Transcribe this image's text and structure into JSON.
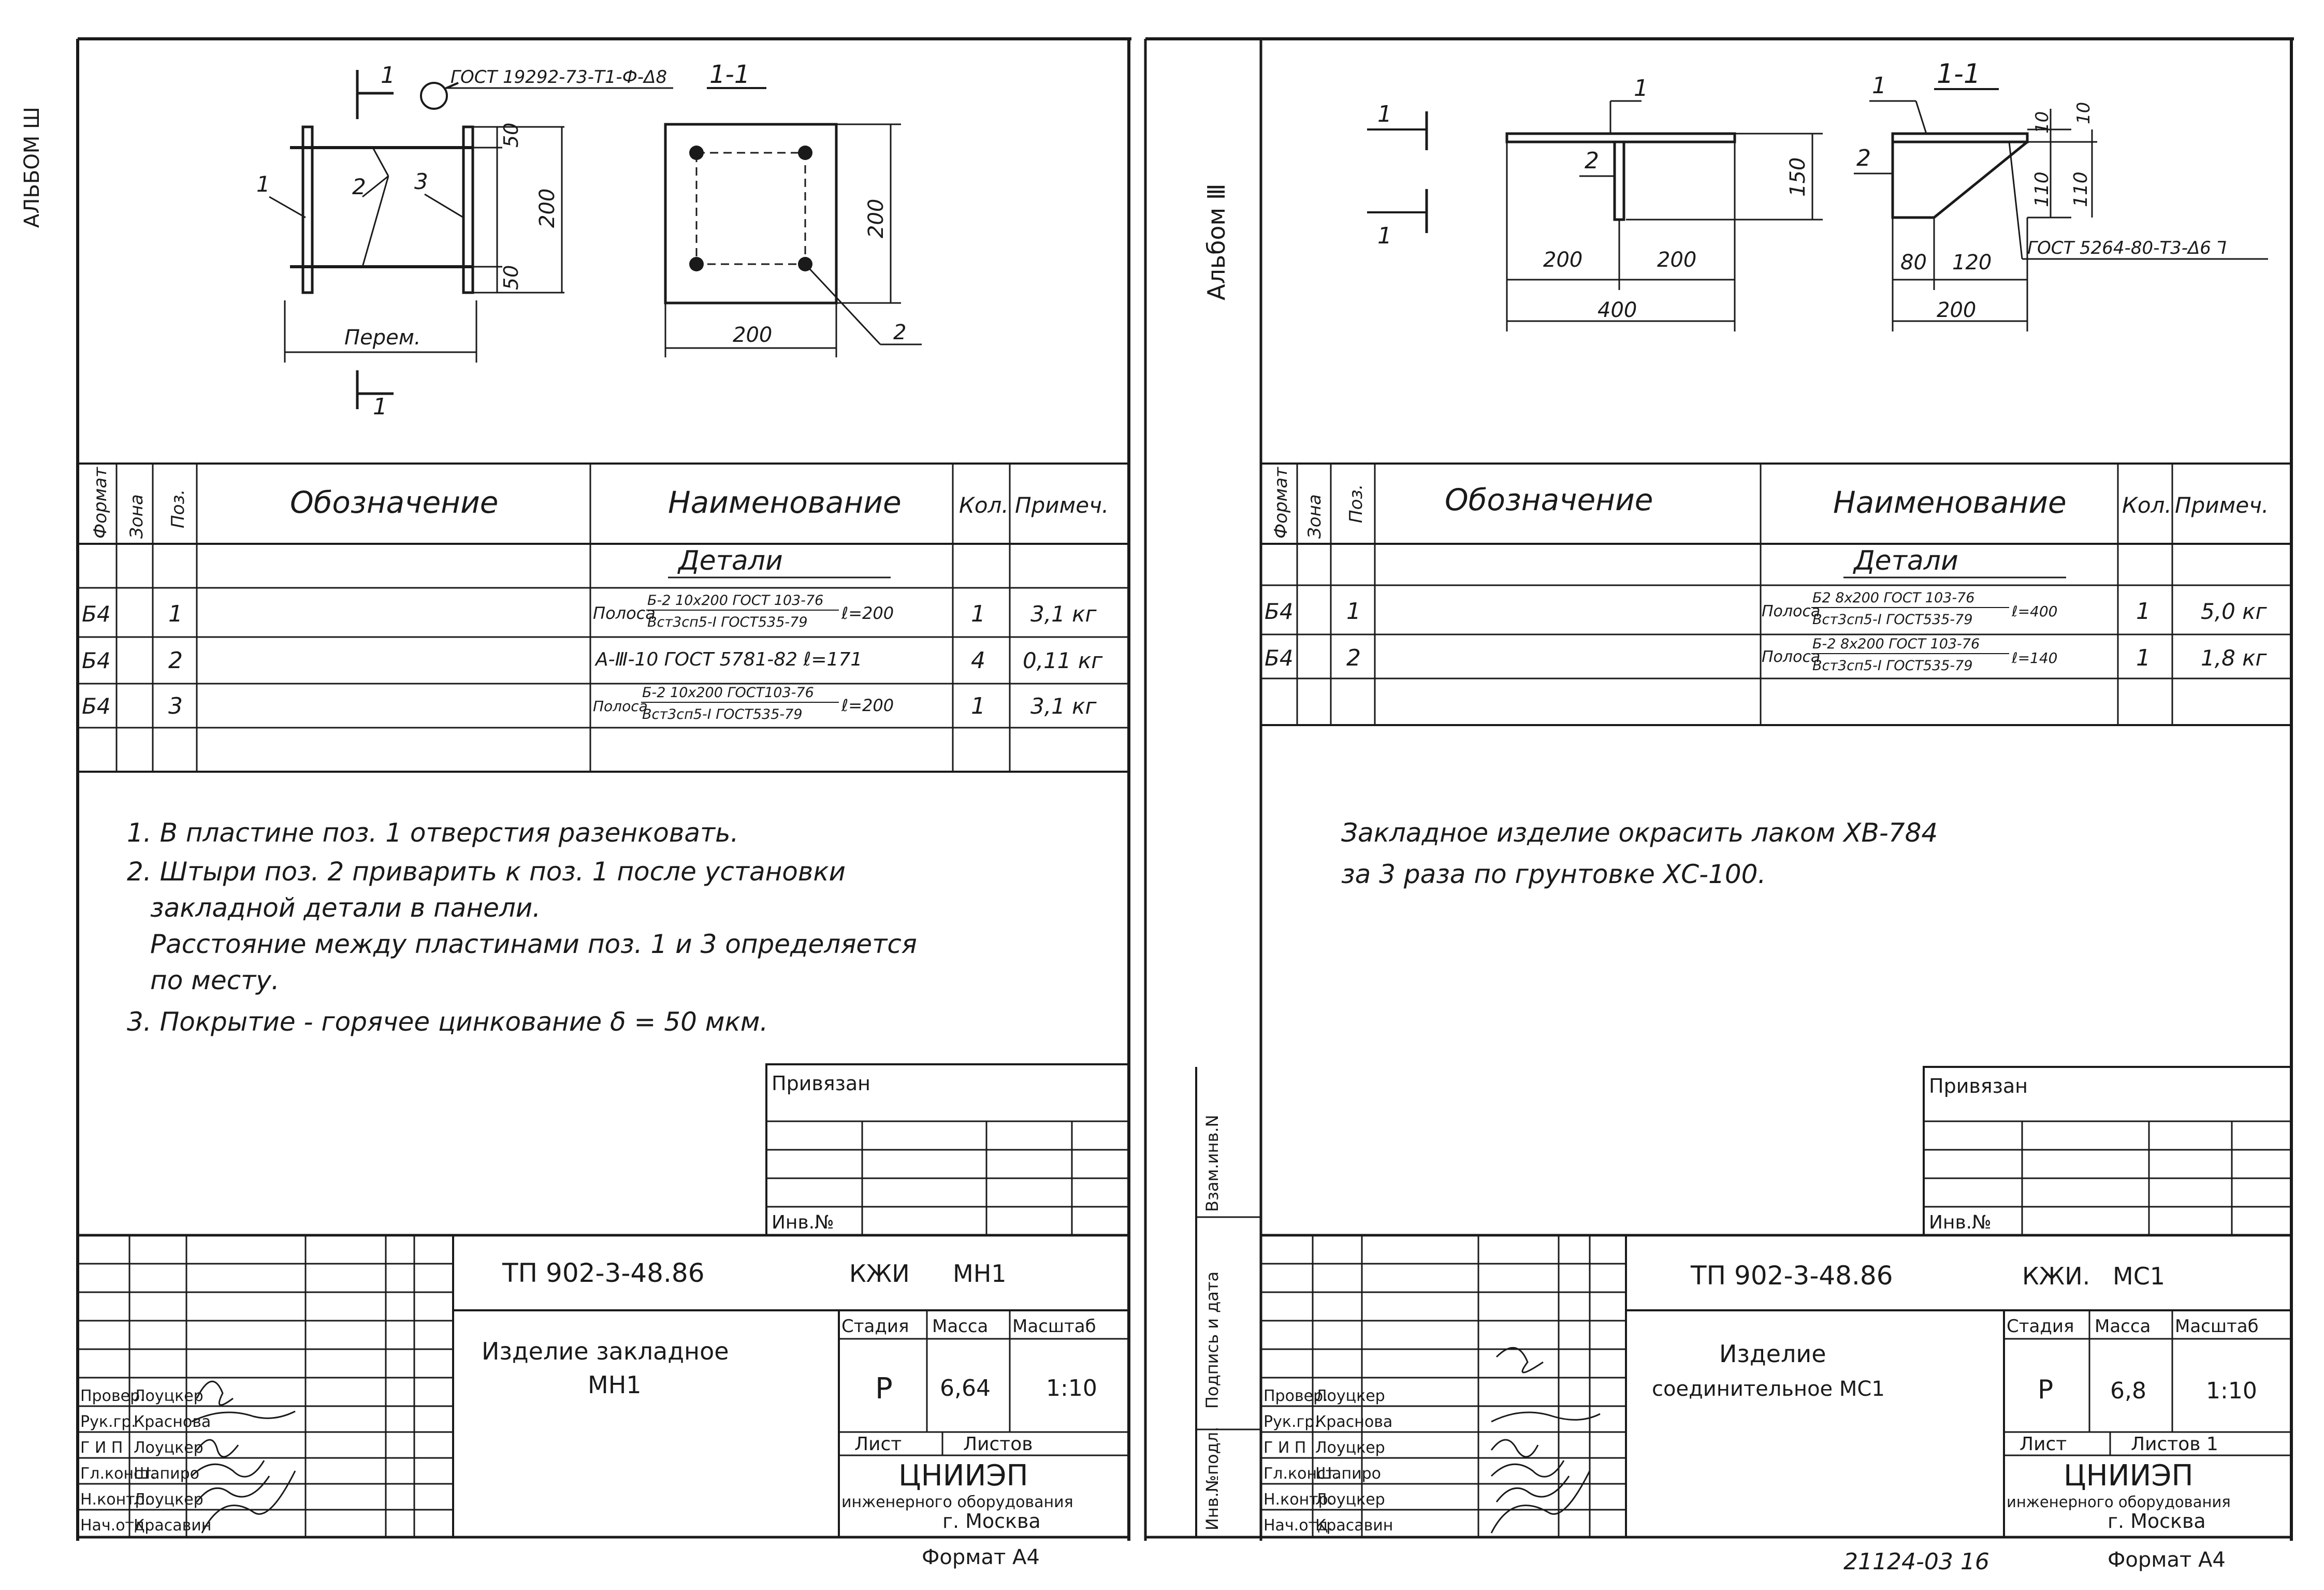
{
  "margin": {
    "album": "АЛЬБОМ Ш"
  },
  "sheet1": {
    "drawing": {
      "gost": "ГОСТ 19292-73-Т1-Ф-Δ8",
      "section": "1-1",
      "pos1": "1",
      "pos2": "2",
      "pos3": "3",
      "dim50a": "50",
      "dim200": "200",
      "dim50b": "50",
      "dim_var": "Перем.",
      "plate_dim_h": "200",
      "plate_dim_w": "200",
      "plate_pos": "2",
      "cut_mark": "1"
    },
    "spec": {
      "headers": {
        "format": "Формат",
        "zone": "Зона",
        "pos": "Поз.",
        "designation": "Обозначение",
        "name": "Наименование",
        "qty": "Кол.",
        "note": "Примеч."
      },
      "section_title": "Детали",
      "rows": [
        {
          "format": "Б4",
          "pos": "1",
          "name_prefix": "Полоса",
          "name_top": "Б-2 10х200 ГОСТ 103-76",
          "name_bottom": "Вст3сп5-I ГОСТ535-79",
          "name_suffix": "ℓ=200",
          "qty": "1",
          "note": "3,1 кг"
        },
        {
          "format": "Б4",
          "pos": "2",
          "name": "А-Ⅲ-10 ГОСТ 5781-82  ℓ=171",
          "qty": "4",
          "note": "0,11 кг"
        },
        {
          "format": "Б4",
          "pos": "3",
          "name_prefix": "Полоса",
          "name_top": "Б-2 10х200 ГОСТ103-76",
          "name_bottom": "Вст3сп5-I ГОСТ535-79",
          "name_suffix": "ℓ=200",
          "qty": "1",
          "note": "3,1 кг"
        }
      ]
    },
    "notes": [
      "1. В пластине поз. 1 отверстия разенковать.",
      "2. Штыри поз. 2 приварить к поз. 1 после установки",
      "закладной детали в панели.",
      "Расстояние между пластинами поз. 1 и 3 определяется",
      "по месту.",
      "3. Покрытие - горячее цинкование δ = 50 мкм."
    ],
    "stamp": {
      "privyazan": "Привязан",
      "inv_no": "Инв.№",
      "code": "ТП 902-3-48.86",
      "doc": "КЖИ",
      "mark": "МН1",
      "title1": "Изделие закладное",
      "title2": "МН1",
      "stage_h": "Стадия",
      "mass_h": "Масса",
      "scale_h": "Масштаб",
      "stage": "Р",
      "mass": "6,64",
      "scale": "1:10",
      "sheet_h": "Лист",
      "sheets_h": "Листов",
      "org1": "ЦНИИЭП",
      "org2": "инженерного оборудования",
      "org3": "г. Москва",
      "roles": [
        "Провер.",
        "Рук.гр.",
        "Г И П",
        "Гл.конст.",
        "Н.контр.",
        "Нач.отд."
      ],
      "names": [
        "Лоуцкер",
        "Краснова",
        "Лоуцкер",
        "Шапиро",
        "Лоуцкер",
        "Красавин"
      ]
    },
    "format_label": "Формат А4"
  },
  "sheet2": {
    "drawing": {
      "pos1": "1",
      "pos2": "2",
      "section": "1-1",
      "dim150": "150",
      "dim200a": "200",
      "dim200b": "200",
      "dim400": "400",
      "dim10a": "10",
      "dim10b": "10",
      "dim110a": "110",
      "dim110b": "110",
      "dim80": "80",
      "dim120": "120",
      "dim200c": "200",
      "gost": "ГОСТ 5264-80-Т3-Δ6 ⅂",
      "cut_mark": "1"
    },
    "spec": {
      "headers": {
        "format": "Формат",
        "zone": "Зона",
        "pos": "Поз.",
        "designation": "Обозначение",
        "name": "Наименование",
        "qty": "Кол.",
        "note": "Примеч."
      },
      "section_title": "Детали",
      "rows": [
        {
          "format": "Б4",
          "pos": "1",
          "name_prefix": "Полоса",
          "name_top": "Б2 8х200 ГОСТ 103-76",
          "name_bottom": "Вст3сп5-I ГОСТ535-79",
          "name_suffix": "ℓ=400",
          "qty": "1",
          "note": "5,0 кг"
        },
        {
          "format": "Б4",
          "pos": "2",
          "name_prefix": "Полоса",
          "name_top": "Б-2 8х200 ГОСТ 103-76",
          "name_bottom": "Вст3сп5-I ГОСТ535-79",
          "name_suffix": "ℓ=140",
          "qty": "1",
          "note": "1,8 кг"
        }
      ]
    },
    "notes": [
      "Закладное изделие окрасить лаком ХВ-784",
      "за 3 раза по грунтовке ХС-100."
    ],
    "stamp": {
      "privyazan": "Привязан",
      "inv_no": "Инв.№",
      "code": "ТП 902-3-48.86",
      "doc": "КЖИ.",
      "mark": "МС1",
      "title1": "Изделие",
      "title2": "соединительное МС1",
      "stage_h": "Стадия",
      "mass_h": "Масса",
      "scale_h": "Масштаб",
      "stage": "Р",
      "mass": "6,8",
      "scale": "1:10",
      "sheet_h": "Лист",
      "sheets_h": "Листов 1",
      "org1": "ЦНИИЭП",
      "org2": "инженерного оборудования",
      "org3": "г. Москва",
      "roles": [
        "Провер.",
        "Рук.гр.",
        "Г И П",
        "Гл.конст.",
        "Н.контр.",
        "Нач.отд."
      ],
      "names": [
        "Лоуцкер",
        "Краснова",
        "Лоуцкер",
        "Шапиро",
        "Лоуцкер",
        "Красавин"
      ]
    },
    "side_labels": {
      "album": "Альбом Ⅲ",
      "inv_podl": "Инв.№подл.",
      "podpis": "Подпись и дата",
      "vzam": "Взам.инв.N"
    },
    "format_label": "Формат А4",
    "archive_no": "21124-03 16"
  }
}
